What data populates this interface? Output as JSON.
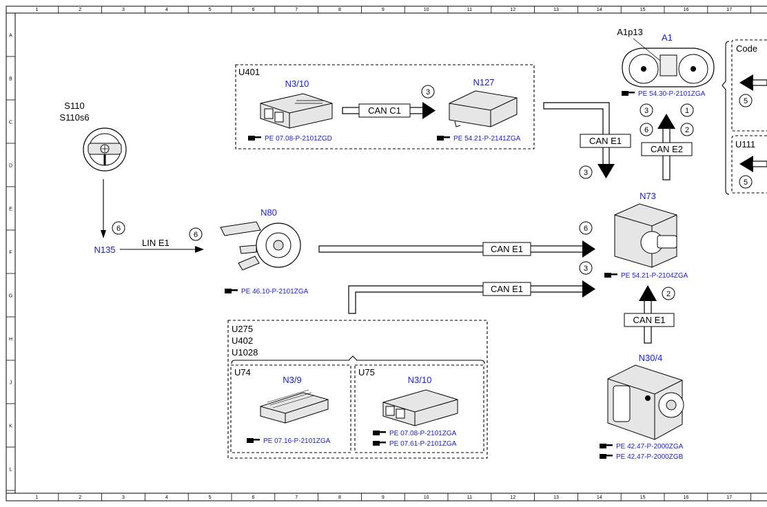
{
  "ruler": {
    "columns": [
      "1",
      "2",
      "3",
      "4",
      "5",
      "6",
      "7",
      "8",
      "9",
      "10",
      "11",
      "12",
      "13",
      "14",
      "15",
      "16",
      "17"
    ],
    "rows": [
      "A",
      "B",
      "C",
      "D",
      "E",
      "F",
      "G",
      "H",
      "J",
      "K",
      "L"
    ]
  },
  "groups": {
    "u401": "U401",
    "u275_lines": [
      "U275",
      "U402",
      "U1028"
    ],
    "u74": "U74",
    "u75": "U75",
    "code": "Code",
    "u111": "U111"
  },
  "components": {
    "s110": "S110",
    "s110s6": "S110s6",
    "n135": "N135",
    "n80": "N80",
    "n3_10_top": "N3/10",
    "n127": "N127",
    "a1p13": "A1p13",
    "a1": "A1",
    "n73": "N73",
    "n30_4": "N30/4",
    "n3_9": "N3/9",
    "n3_10_bottom": "N3/10"
  },
  "buses": {
    "can_c1": "CAN C1",
    "can_e1": "CAN E1",
    "can_e2": "CAN E2",
    "lin_e1": "LIN E1"
  },
  "references": {
    "n3_10_top": "PE 07.08-P-2101ZGD",
    "n127": "PE 54.21-P-2141ZGA",
    "a1": "PE 54.30-P-2101ZGA",
    "n80": "PE 46.10-P-2101ZGA",
    "n73": "PE 54.21-P-2104ZGA",
    "n3_9": "PE 07.16-P-2101ZGA",
    "n3_10_bottom_1": "PE 07.08-P-2101ZGA",
    "n3_10_bottom_2": "PE 07.61-P-2101ZGA",
    "n30_4_1": "PE 42.47-P-2000ZGA",
    "n30_4_2": "PE 42.47-P-2000ZGB"
  },
  "steps": {
    "can_c1": "3",
    "a1_left_top": "3",
    "a1_left_bottom": "6",
    "a1_right_top": "1",
    "a1_right_bottom": "2",
    "can_e1_down": "3",
    "code_group": "5",
    "u111_group": "5",
    "n135": "6",
    "lin_e1": "6",
    "n73_top": "6",
    "n73_bottom": "3",
    "n30_4": "2"
  }
}
